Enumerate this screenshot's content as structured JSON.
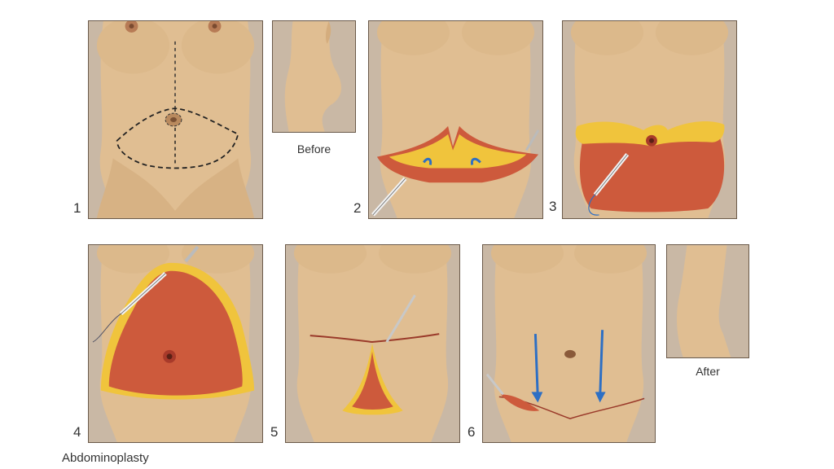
{
  "title": "Abdominoplasty",
  "steps": [
    "1",
    "2",
    "3",
    "4",
    "5",
    "6"
  ],
  "captions": {
    "before": "Before",
    "after": "After"
  },
  "colors": {
    "background": "#c9b8a5",
    "skin": "#e0be92",
    "tissue": "#cd5a3c",
    "fat": "#f0c43c",
    "arrow": "#2d6fc4"
  }
}
